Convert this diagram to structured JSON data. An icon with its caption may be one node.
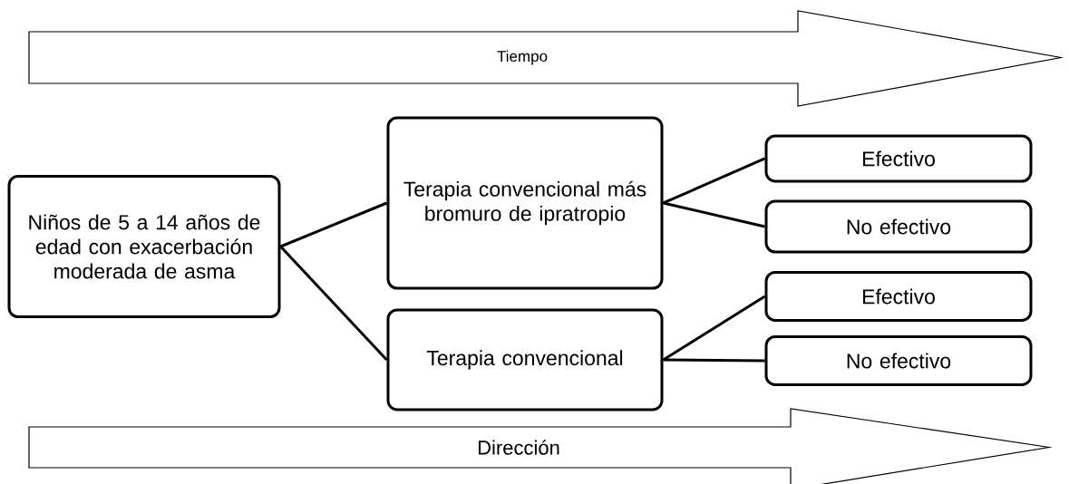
{
  "diagram": {
    "nodes": [
      {
        "text": [
          "Tiempo"
        ]
      },
      {
        "text": [
          "Niños de 5 a 14 años de edad con exacerbación moderada de asma"
        ]
      },
      {
        "text": [
          "Terapia convencional más bromuro de ipratropio"
        ]
      },
      {
        "text": [
          "Terapia convencional"
        ]
      },
      {
        "text": [
          "Efectivo"
        ]
      },
      {
        "text": [
          "No efectivo"
        ]
      },
      {
        "text": [
          "Efectivo"
        ]
      },
      {
        "text": [
          "No efectivo"
        ]
      },
      {
        "text": [
          "Dirección"
        ]
      }
    ],
    "edges": [
      {
        "from": 1,
        "to": 2,
        "arrow": "none"
      },
      {
        "from": 1,
        "to": 3,
        "arrow": "none"
      },
      {
        "from": 2,
        "to": 4,
        "arrow": "none"
      },
      {
        "from": 2,
        "to": 5,
        "arrow": "none"
      },
      {
        "from": 3,
        "to": 6,
        "arrow": "none"
      },
      {
        "from": 3,
        "to": 7,
        "arrow": "none"
      }
    ]
  }
}
